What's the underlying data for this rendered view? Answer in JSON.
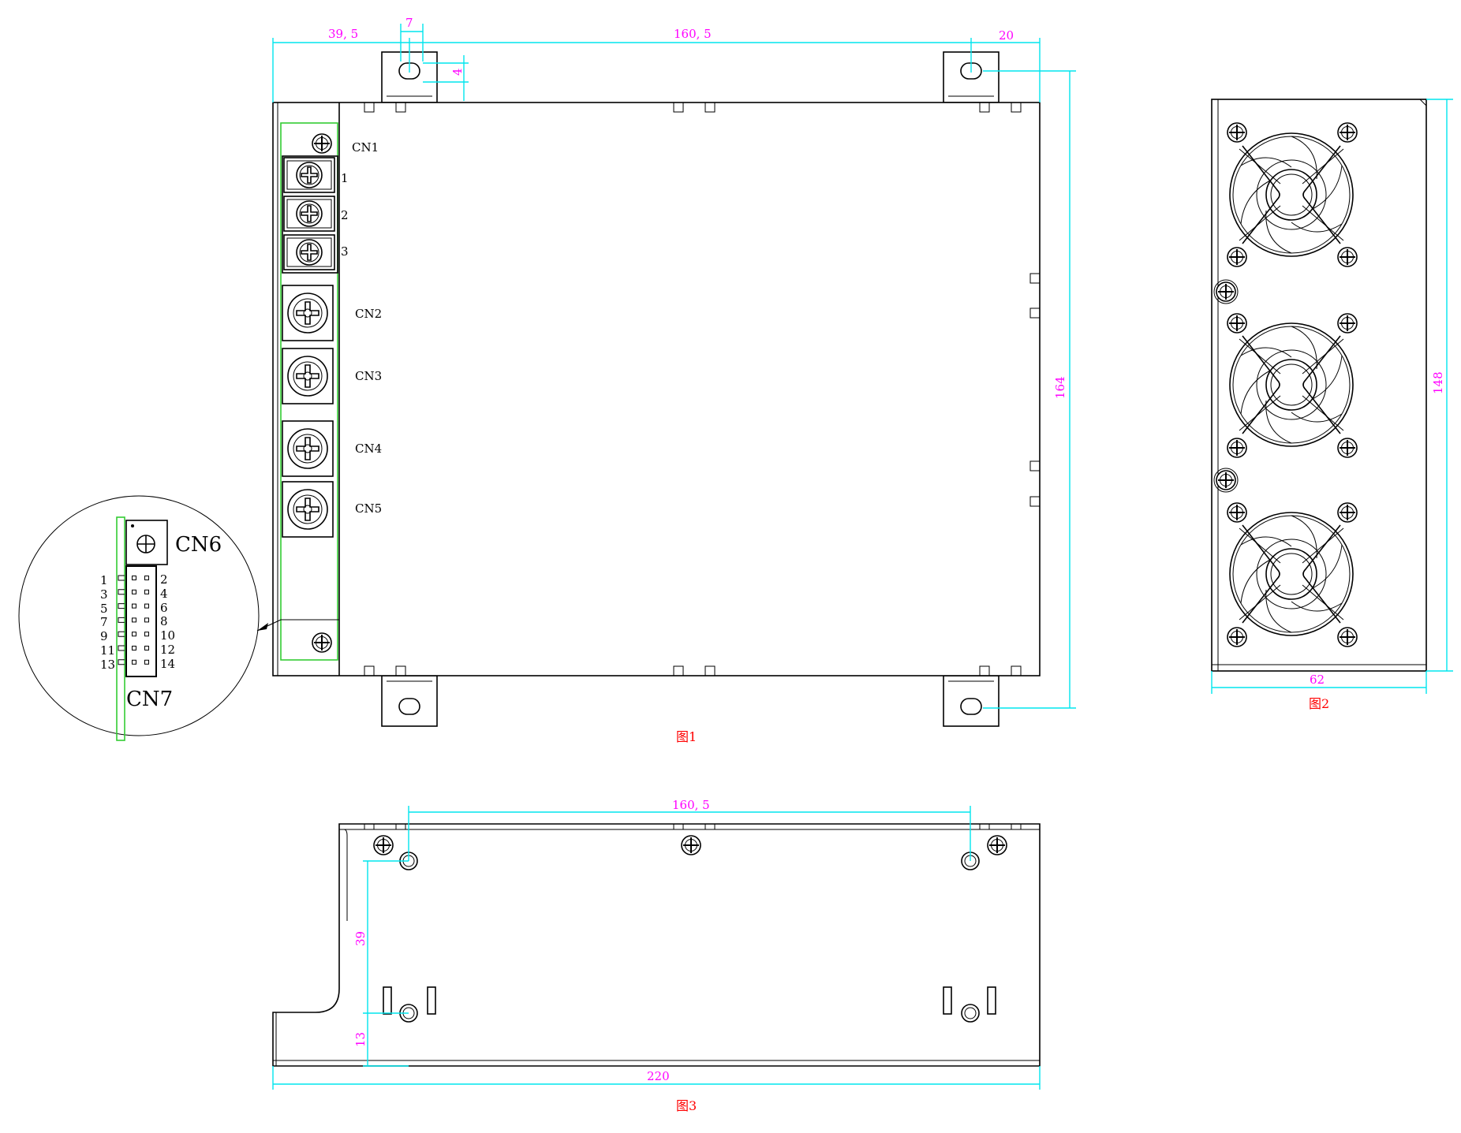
{
  "figures": {
    "fig1": {
      "caption": "图1"
    },
    "fig2": {
      "caption": "图2"
    },
    "fig3": {
      "caption": "图3"
    }
  },
  "dimensions": {
    "fig1_left_margin": "39, 5",
    "fig1_slot_width": "7",
    "fig1_center_span": "160, 5",
    "fig1_right_margin": "20",
    "fig1_slot_depth": "4",
    "fig1_height": "164",
    "fig2_height": "148",
    "fig2_width": "62",
    "fig3_hole_span": "160, 5",
    "fig3_hole_vertical": "39",
    "fig3_bottom_offset": "13",
    "fig3_length": "220"
  },
  "connectors": {
    "cn1": "CN1",
    "cn2": "CN2",
    "cn3": "CN3",
    "cn4": "CN4",
    "cn5": "CN5",
    "cn6": "CN6",
    "cn7": "CN7",
    "cn1_terminals": [
      "1",
      "2",
      "3"
    ],
    "cn7_pins_left": [
      "1",
      "3",
      "5",
      "7",
      "9",
      "11",
      "13"
    ],
    "cn7_pins_right": [
      "2",
      "4",
      "6",
      "8",
      "10",
      "12",
      "14"
    ]
  },
  "colors": {
    "outline": "#000000",
    "dimension_line": "#00e5ee",
    "dimension_text": "#ff00ff",
    "pcb_outline": "#33cc33",
    "caption_text": "#ff0000"
  }
}
